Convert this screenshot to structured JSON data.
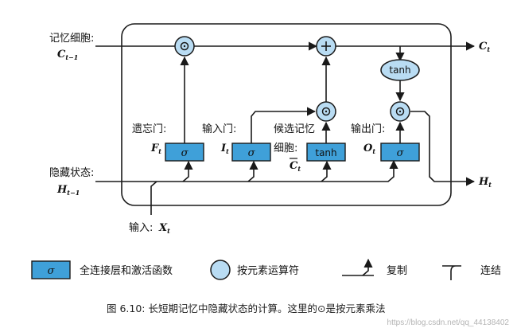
{
  "colors": {
    "box_fill": "#3fa0d9",
    "op_fill": "#b9dcf3",
    "stroke": "#1a1a1a",
    "caption": "#222222",
    "watermark": "#9a9a9a"
  },
  "inputs": {
    "memory_label": "记忆细胞:",
    "memory_symbol": "C",
    "memory_sub": "t−1",
    "hidden_label": "隐藏状态:",
    "hidden_symbol": "H",
    "hidden_sub": "t−1",
    "x_label": "输入:",
    "x_symbol": "X",
    "x_sub": "t"
  },
  "outputs": {
    "c_symbol": "C",
    "c_sub": "t",
    "h_symbol": "H",
    "h_sub": "t"
  },
  "gates": {
    "forget": {
      "label": "遗忘门:",
      "symbol": "F",
      "sub": "t",
      "box": "σ"
    },
    "input": {
      "label": "输入门:",
      "symbol": "I",
      "sub": "t",
      "box": "σ"
    },
    "candidate": {
      "label_line1": "候选记忆",
      "label_line2": "细胞:",
      "symbol": "C",
      "sub": "t",
      "box": "tanh"
    },
    "output": {
      "label": "输出门:",
      "symbol": "O",
      "sub": "t",
      "box": "σ"
    }
  },
  "operators": {
    "multiply": "⊙",
    "add": "+",
    "tanh": "tanh"
  },
  "legend": {
    "fc_box_symbol": "σ",
    "fc_layer": "全连接层和激活函数",
    "elementwise": "按元素运算符",
    "copy": "复制",
    "concat": "连结"
  },
  "caption": "图 6.10: 长短期记忆中隐藏状态的计算。这里的⊙是按元素乘法",
  "watermark": "https://blog.csdn.net/qq_44138402"
}
